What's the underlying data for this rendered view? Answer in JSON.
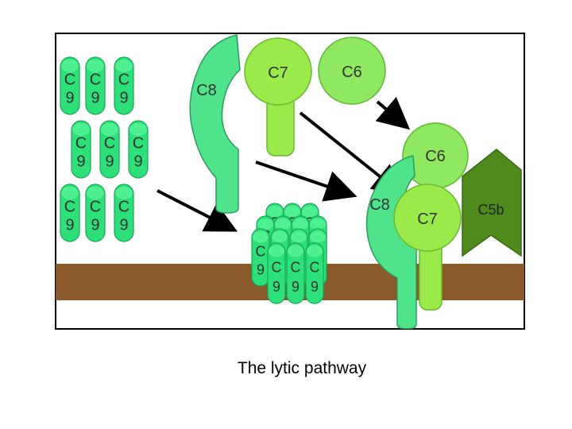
{
  "labels": {
    "c9_top": "C",
    "c9_bottom": "9",
    "c8": "C8",
    "c7": "C7",
    "c6": "C6",
    "c5b": "C5b"
  },
  "caption": "The lytic pathway",
  "colors": {
    "membrane": "#8b5a2b",
    "c9": "#2ee07a",
    "c9_cap": "#4ff092",
    "c8": "#4fe38c",
    "c7": "#99ea4a",
    "c6": "#8ee860",
    "c5b": "#4f8a1c",
    "arrow": "#000000"
  }
}
